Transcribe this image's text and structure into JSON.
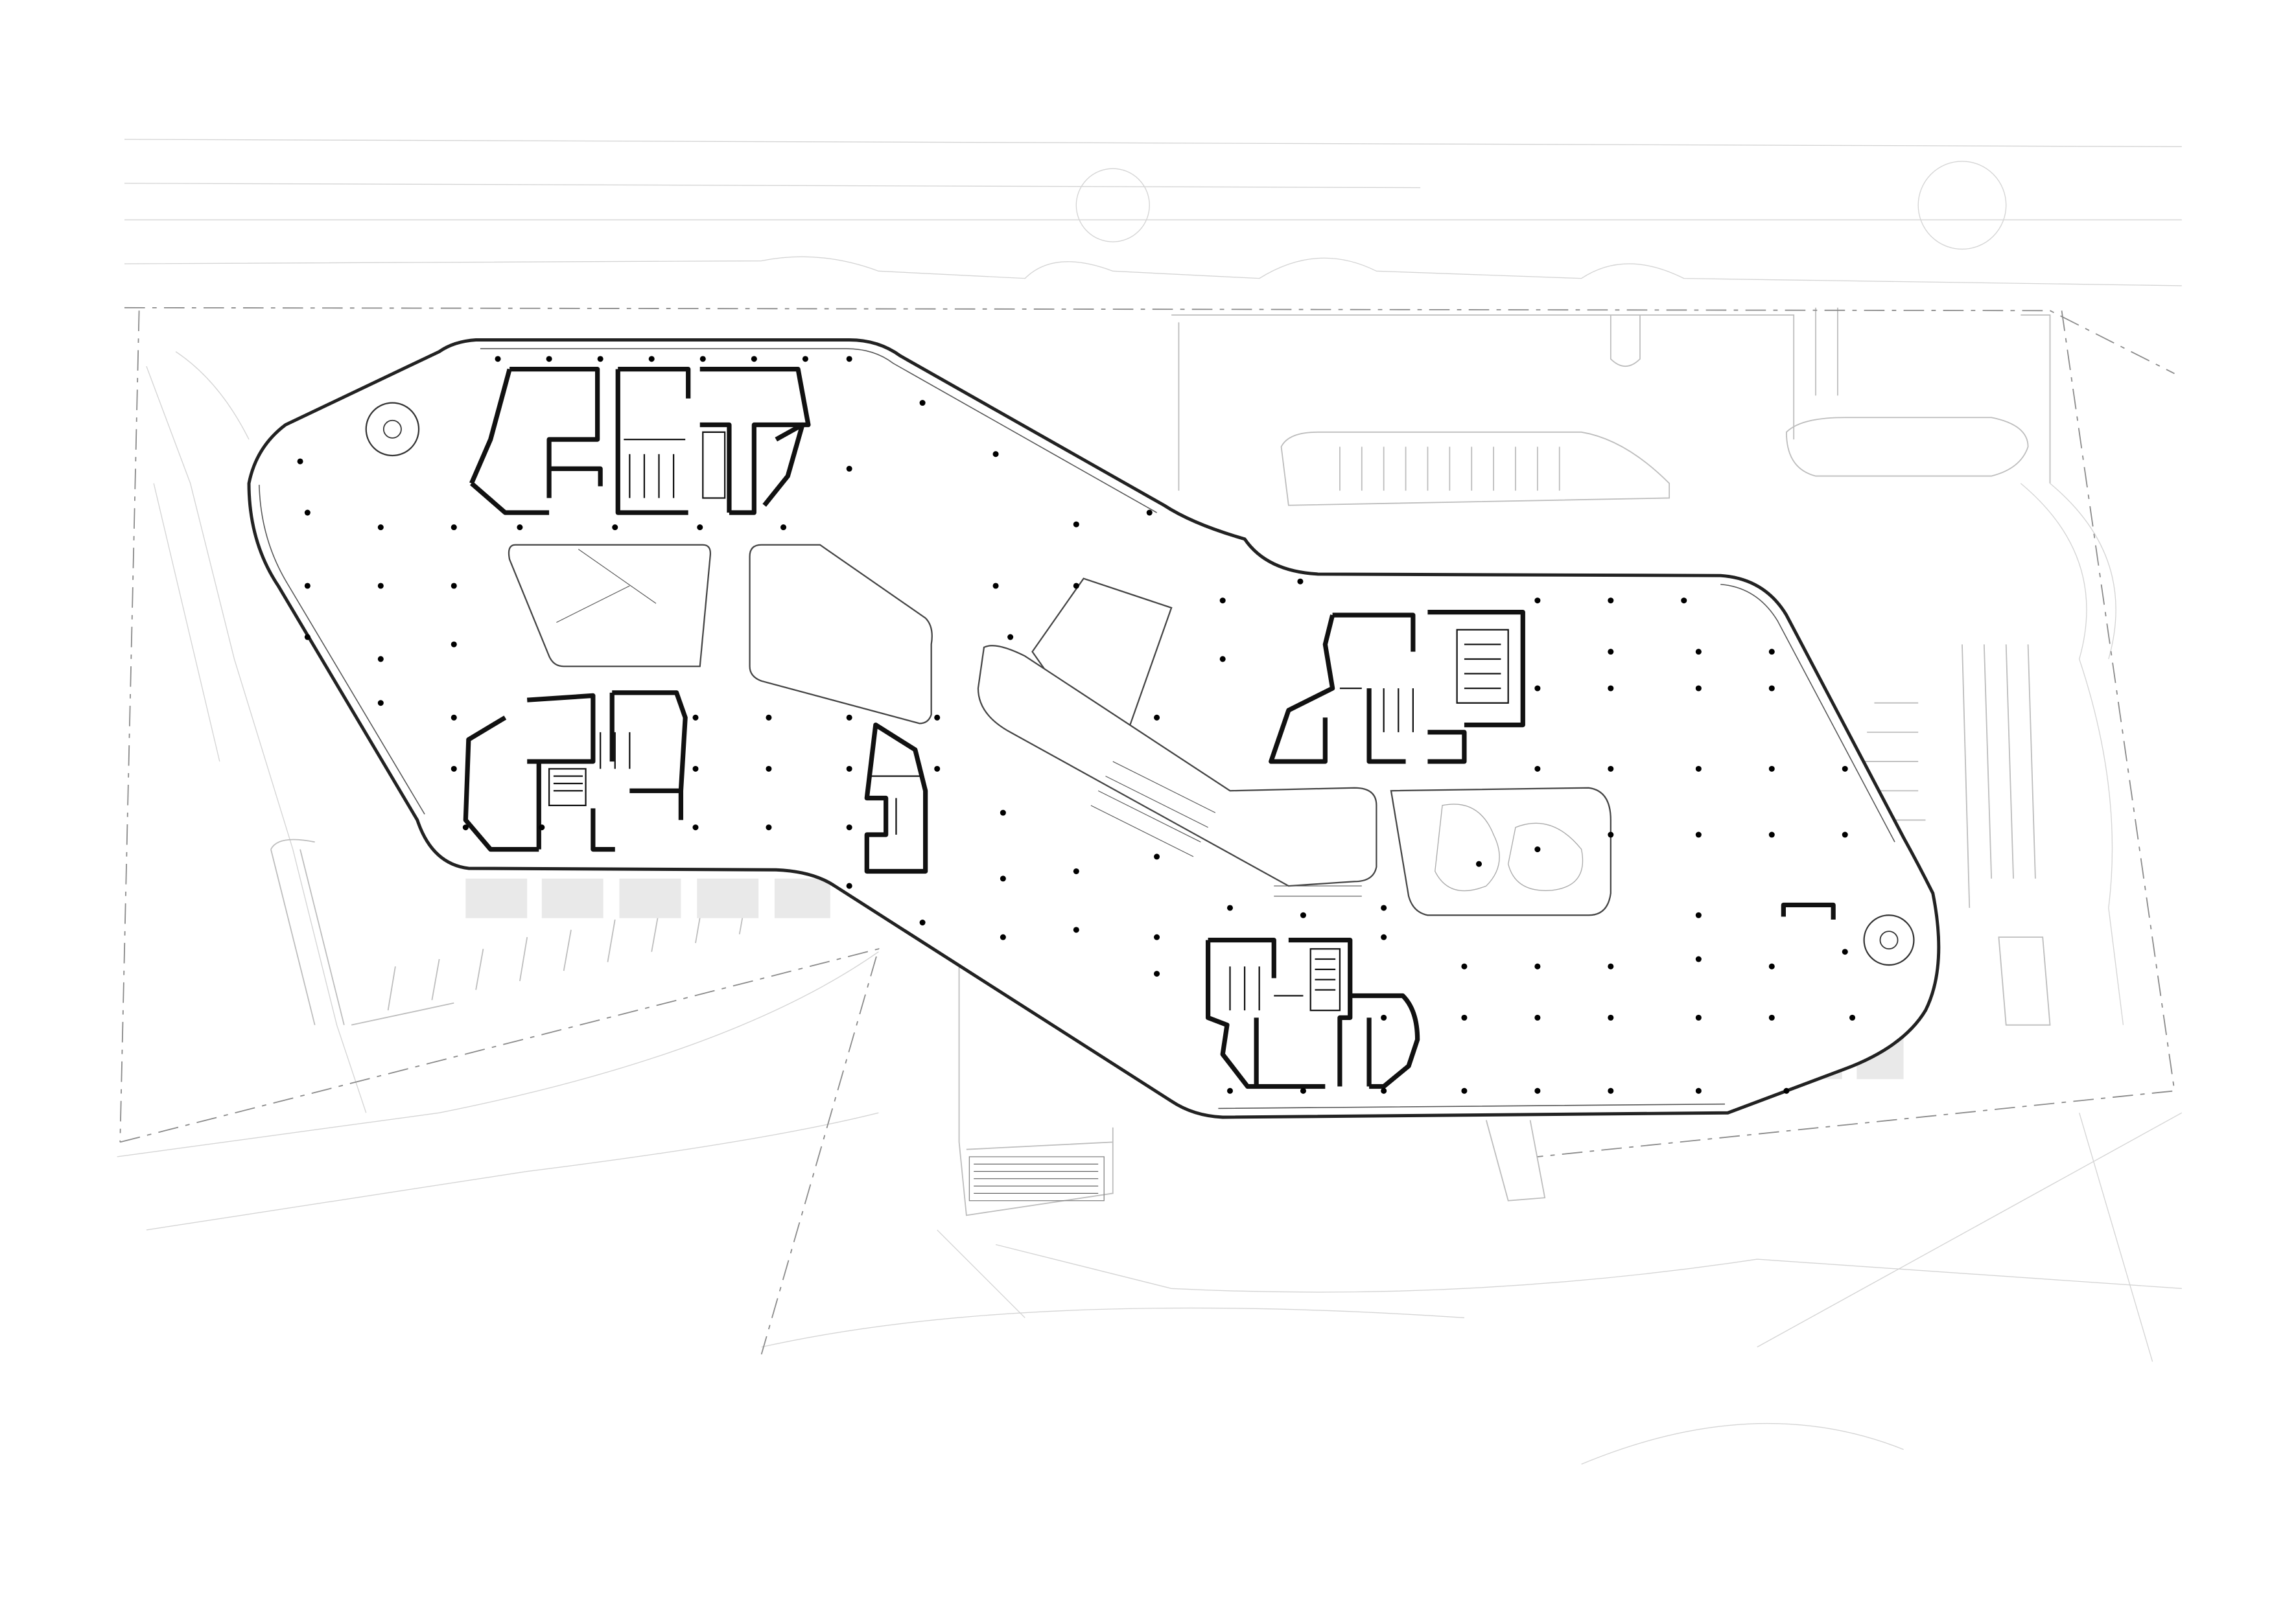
{
  "drawing": {
    "type": "architectural floor plan",
    "colors": {
      "background": "#ffffff",
      "walls": "#111111",
      "columns": "#000000",
      "site_context": "#d4d4d4",
      "property_line": "#8a8a8a",
      "paved_pads": "#e9e9e9"
    },
    "elements": {
      "cores": 5,
      "voids": 4,
      "spiral_stairs": 2
    }
  }
}
